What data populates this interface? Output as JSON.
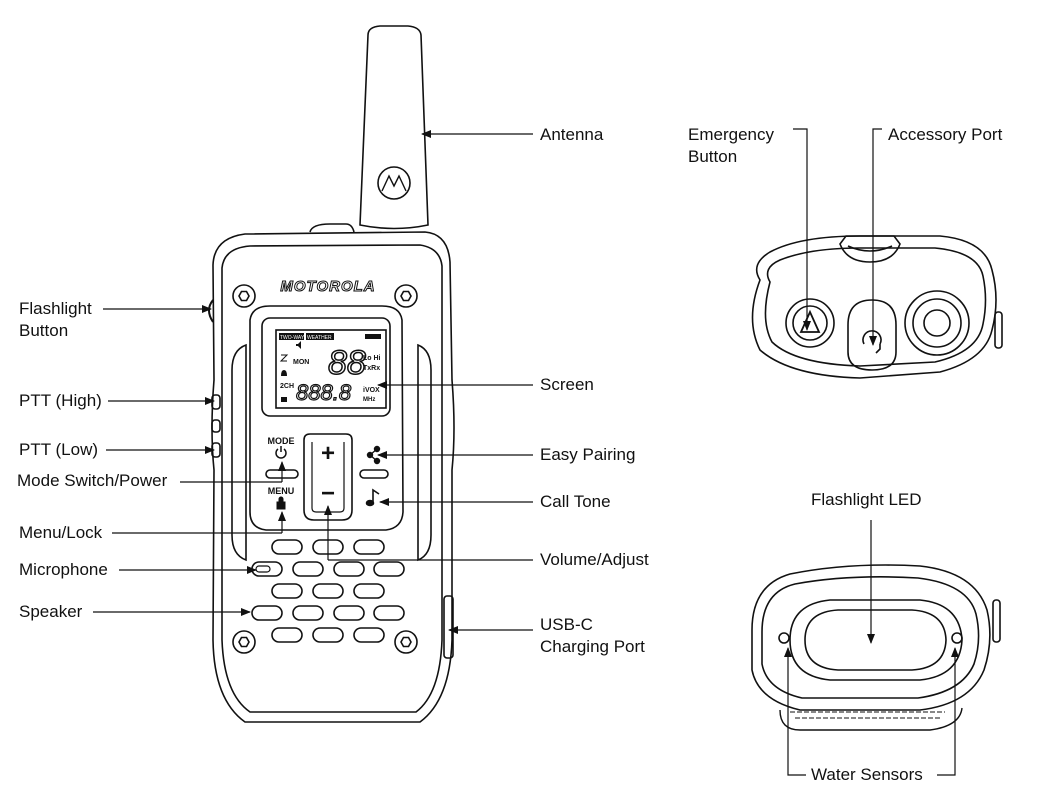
{
  "brand": "MOTOROLA",
  "labels": {
    "antenna": "Antenna",
    "flashlight_button": [
      "Flashlight",
      "Button"
    ],
    "ptt_high": "PTT (High)",
    "ptt_low": "PTT (Low)",
    "mode_switch_power": "Mode Switch/Power",
    "menu_lock": "Menu/Lock",
    "microphone": "Microphone",
    "speaker": "Speaker",
    "screen": "Screen",
    "easy_pairing": "Easy Pairing",
    "call_tone": "Call Tone",
    "volume_adjust": "Volume/Adjust",
    "usb_c": [
      "USB-C",
      "Charging Port"
    ],
    "emergency_button": [
      "Emergency",
      "Button"
    ],
    "accessory_port": "Accessory Port",
    "flashlight_led": "Flashlight LED",
    "water_sensors": "Water Sensors"
  },
  "device": {
    "mode_label": "MODE",
    "menu_label": "MENU",
    "plus": "+",
    "minus": "−",
    "lcd": {
      "tags": [
        "TWO-WAY",
        "WEATHER"
      ],
      "mon": "MON",
      "big_digits": "88",
      "lo_hi": "Lo Hi",
      "tx_rx": "TxRx",
      "ch2": "2CH",
      "small_digits": "888.8",
      "ivox": "iVOX",
      "mhz": "MHz"
    }
  }
}
